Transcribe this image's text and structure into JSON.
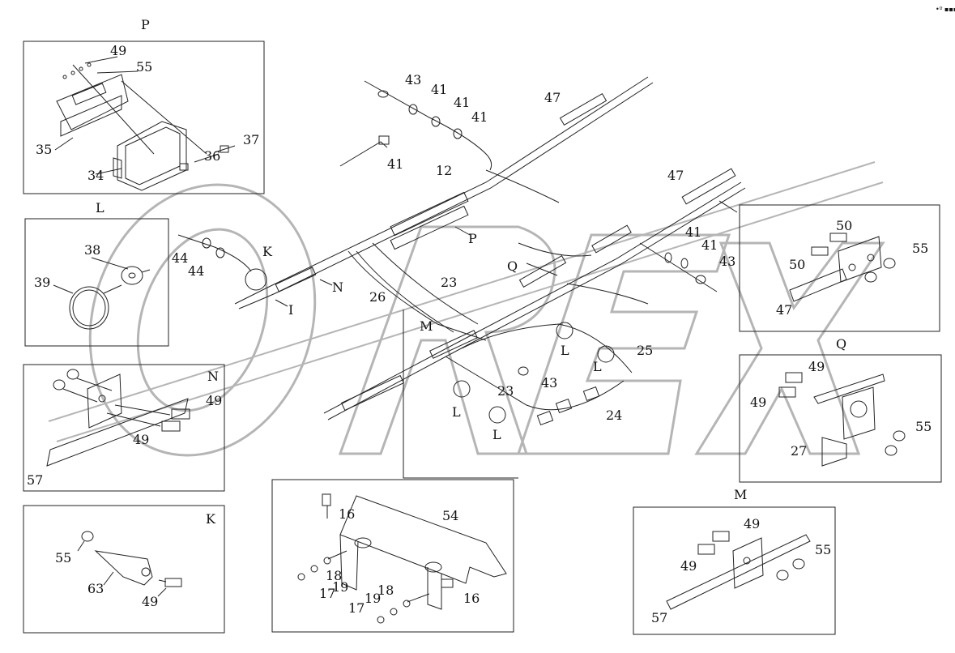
{
  "corner_mark": "•º ▪▪▪",
  "watermark": "OREX",
  "panels": [
    {
      "id": "P",
      "title": "P",
      "labels": [
        "49",
        "55",
        "35",
        "34",
        "36",
        "37"
      ]
    },
    {
      "id": "L",
      "title": "L",
      "labels": [
        "38",
        "39"
      ]
    },
    {
      "id": "N",
      "title": "N",
      "labels": [
        "49",
        "49",
        "57"
      ]
    },
    {
      "id": "K",
      "title": "K",
      "labels": [
        "55",
        "63",
        "49"
      ]
    },
    {
      "id": "bracket",
      "title": "",
      "labels": [
        "16",
        "54",
        "18",
        "19",
        "17",
        "16",
        "18",
        "19",
        "17"
      ]
    },
    {
      "id": "M",
      "title": "M",
      "labels": [
        "49",
        "49",
        "55",
        "57"
      ]
    },
    {
      "id": "Q",
      "title": "Q",
      "labels": [
        "49",
        "49",
        "55",
        "27"
      ]
    },
    {
      "id": "47",
      "title": "",
      "labels": [
        "50",
        "50",
        "55",
        "47"
      ]
    }
  ],
  "main_labels": [
    "43",
    "41",
    "41",
    "41",
    "41",
    "47",
    "12",
    "47",
    "41",
    "41",
    "43",
    "44",
    "44",
    "K",
    "N",
    "I",
    "P",
    "Q",
    "26",
    "23",
    "M",
    "L",
    "L",
    "25",
    "43",
    "23",
    "L",
    "L",
    "24"
  ]
}
